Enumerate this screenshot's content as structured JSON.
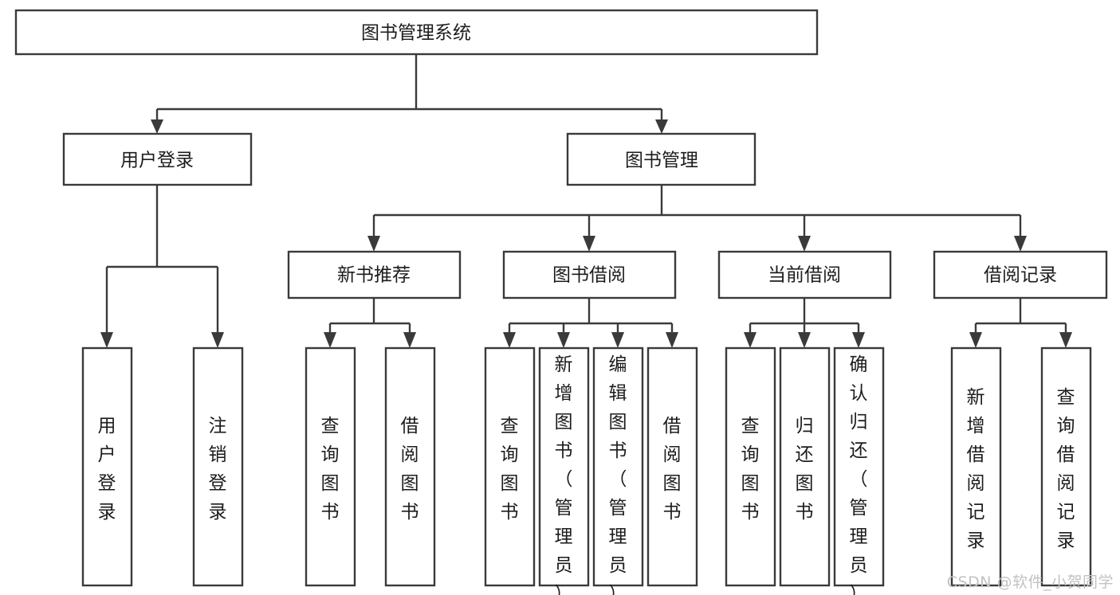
{
  "diagram": {
    "type": "tree",
    "title": "图书管理系统",
    "watermark": "CSDN @软件_小贺同学",
    "colors": {
      "stroke": "#3a3a3a",
      "box_fill": "#ffffff",
      "text": "#1c1c1c",
      "background": "#ffffff",
      "watermark": "#c2c2c2"
    },
    "levels": {
      "root": "图书管理系统",
      "level2": [
        "用户登录",
        "图书管理"
      ],
      "level3": [
        "新书推荐",
        "图书借阅",
        "当前借阅",
        "借阅记录"
      ],
      "level4": [
        "用户登录",
        "注销登录",
        "查询图书",
        "借阅图书",
        "查询图书",
        "新增图书（管理员）",
        "编辑图书（管理员）",
        "借阅图书",
        "查询图书",
        "归还图书",
        "确认归还（管理员）",
        "新增借阅记录",
        "查询借阅记录"
      ]
    },
    "nodes": {
      "root": {
        "label": "图书管理系统"
      },
      "user_login": {
        "label": "用户登录"
      },
      "book_manage": {
        "label": "图书管理"
      },
      "new_book_rec": {
        "label": "新书推荐"
      },
      "book_borrow": {
        "label": "图书借阅"
      },
      "current_borrow": {
        "label": "当前借阅"
      },
      "borrow_record": {
        "label": "借阅记录"
      },
      "leaf_user_login": {
        "label": "用户登录"
      },
      "leaf_logout": {
        "label": "注销登录"
      },
      "leaf_query_book_a": {
        "label": "查询图书"
      },
      "leaf_borrow_book_a": {
        "label": "借阅图书"
      },
      "leaf_query_book_b": {
        "label": "查询图书"
      },
      "leaf_add_book": {
        "label": "新增图书（管理员）"
      },
      "leaf_edit_book": {
        "label": "编辑图书（管理员）"
      },
      "leaf_borrow_book_b": {
        "label": "借阅图书"
      },
      "leaf_query_book_c": {
        "label": "查询图书"
      },
      "leaf_return_book": {
        "label": "归还图书"
      },
      "leaf_confirm_return": {
        "label": "确认归还（管理员）"
      },
      "leaf_add_record": {
        "label": "新增借阅记录"
      },
      "leaf_query_record": {
        "label": "查询借阅记录"
      }
    },
    "edges": [
      {
        "from": "root",
        "to": "user_login"
      },
      {
        "from": "root",
        "to": "book_manage"
      },
      {
        "from": "user_login",
        "to": "leaf_user_login"
      },
      {
        "from": "user_login",
        "to": "leaf_logout"
      },
      {
        "from": "book_manage",
        "to": "new_book_rec"
      },
      {
        "from": "book_manage",
        "to": "book_borrow"
      },
      {
        "from": "book_manage",
        "to": "current_borrow"
      },
      {
        "from": "book_manage",
        "to": "borrow_record"
      },
      {
        "from": "new_book_rec",
        "to": "leaf_query_book_a"
      },
      {
        "from": "new_book_rec",
        "to": "leaf_borrow_book_a"
      },
      {
        "from": "book_borrow",
        "to": "leaf_query_book_b"
      },
      {
        "from": "book_borrow",
        "to": "leaf_add_book"
      },
      {
        "from": "book_borrow",
        "to": "leaf_edit_book"
      },
      {
        "from": "book_borrow",
        "to": "leaf_borrow_book_b"
      },
      {
        "from": "current_borrow",
        "to": "leaf_query_book_c"
      },
      {
        "from": "current_borrow",
        "to": "leaf_return_book"
      },
      {
        "from": "current_borrow",
        "to": "leaf_confirm_return"
      },
      {
        "from": "borrow_record",
        "to": "leaf_add_record"
      },
      {
        "from": "borrow_record",
        "to": "leaf_query_record"
      }
    ]
  }
}
